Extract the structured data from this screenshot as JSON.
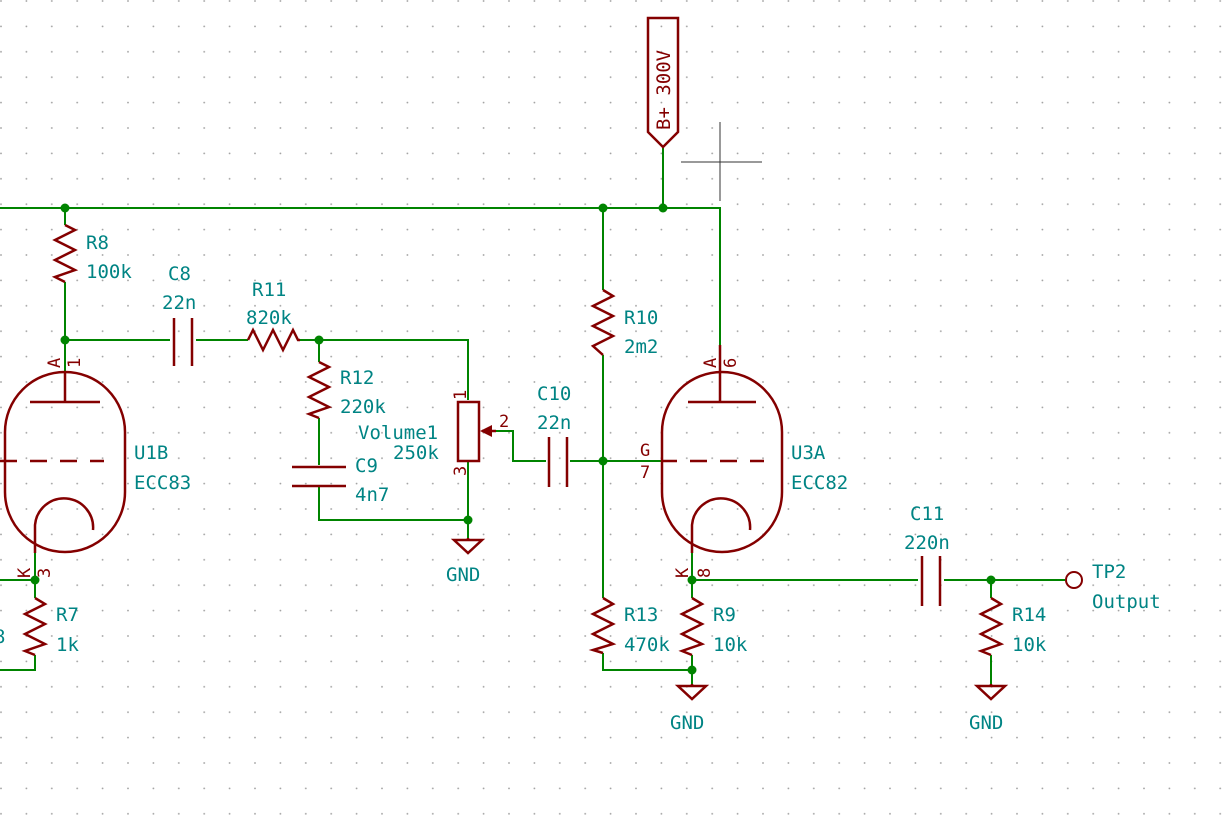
{
  "power": {
    "bplus": "B+ 300V",
    "gnd": "GND"
  },
  "components": {
    "R8": {
      "ref": "R8",
      "value": "100k"
    },
    "C8": {
      "ref": "C8",
      "value": "22n"
    },
    "R11": {
      "ref": "R11",
      "value": "820k"
    },
    "R12": {
      "ref": "R12",
      "value": "220k"
    },
    "C9": {
      "ref": "C9",
      "value": "4n7"
    },
    "VOL": {
      "ref": "Volume1",
      "value": "250k"
    },
    "C10": {
      "ref": "C10",
      "value": "22n"
    },
    "R10": {
      "ref": "R10",
      "value": "2m2"
    },
    "U1B": {
      "ref": "U1B",
      "value": "ECC83"
    },
    "U3A": {
      "ref": "U3A",
      "value": "ECC82"
    },
    "C11": {
      "ref": "C11",
      "value": "220n"
    },
    "R7": {
      "ref": "R7",
      "value": "1k"
    },
    "R13": {
      "ref": "R13",
      "value": "470k"
    },
    "R9": {
      "ref": "R9",
      "value": "10k"
    },
    "R14": {
      "ref": "R14",
      "value": "10k"
    },
    "TP2": {
      "ref": "TP2",
      "value": "Output"
    }
  },
  "pins": {
    "u1b_anode": "A",
    "u1b_anode_num": "1",
    "u1b_cathode": "K",
    "u1b_cathode_num": "3",
    "u3a_anode": "A",
    "u3a_anode_num": "6",
    "u3a_grid": "G",
    "u3a_grid_num": "7",
    "u3a_cathode": "K",
    "u3a_cathode_num": "8",
    "vol_p1": "1",
    "vol_p2": "2",
    "vol_p3": "3",
    "edge_fragment": "8"
  }
}
